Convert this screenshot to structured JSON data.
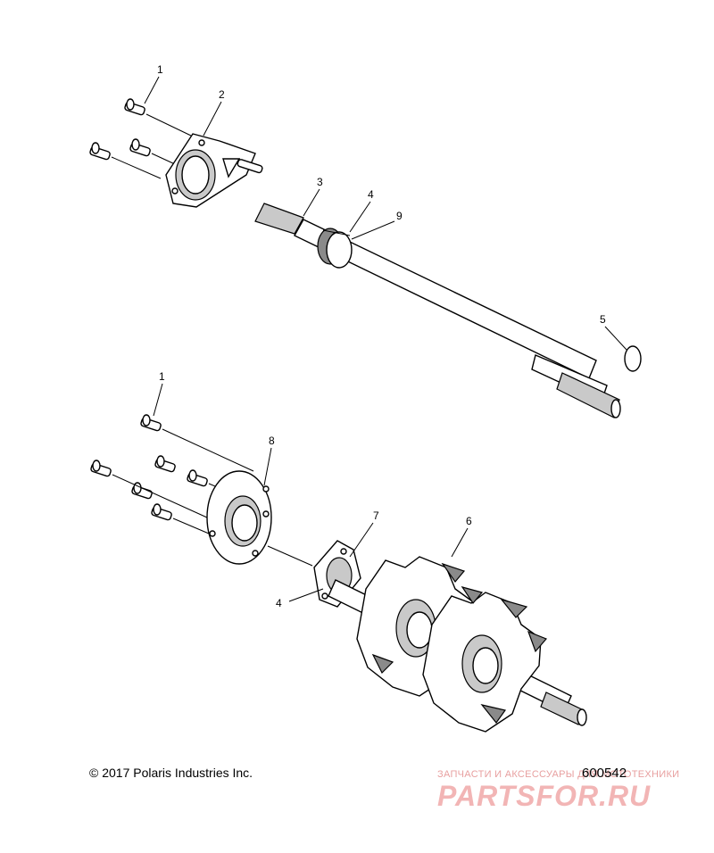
{
  "callouts": [
    {
      "id": "1",
      "label": "1"
    },
    {
      "id": "2",
      "label": "2"
    },
    {
      "id": "3",
      "label": "3"
    },
    {
      "id": "4",
      "label": "4"
    },
    {
      "id": "9",
      "label": "9"
    },
    {
      "id": "5",
      "label": "5"
    },
    {
      "id": "1b",
      "label": "1"
    },
    {
      "id": "8",
      "label": "8"
    },
    {
      "id": "7",
      "label": "7"
    },
    {
      "id": "6",
      "label": "6"
    },
    {
      "id": "4b",
      "label": "4"
    }
  ],
  "footer": {
    "copyright": "© 2017 Polaris Industries Inc.",
    "drawing_number": "600542"
  },
  "watermark": {
    "tagline": "ЗАПЧАСТИ И АКСЕССУАРЫ ДЛЯ МОТОТЕХНИКИ",
    "brand": "PARTSFOR.RU"
  }
}
